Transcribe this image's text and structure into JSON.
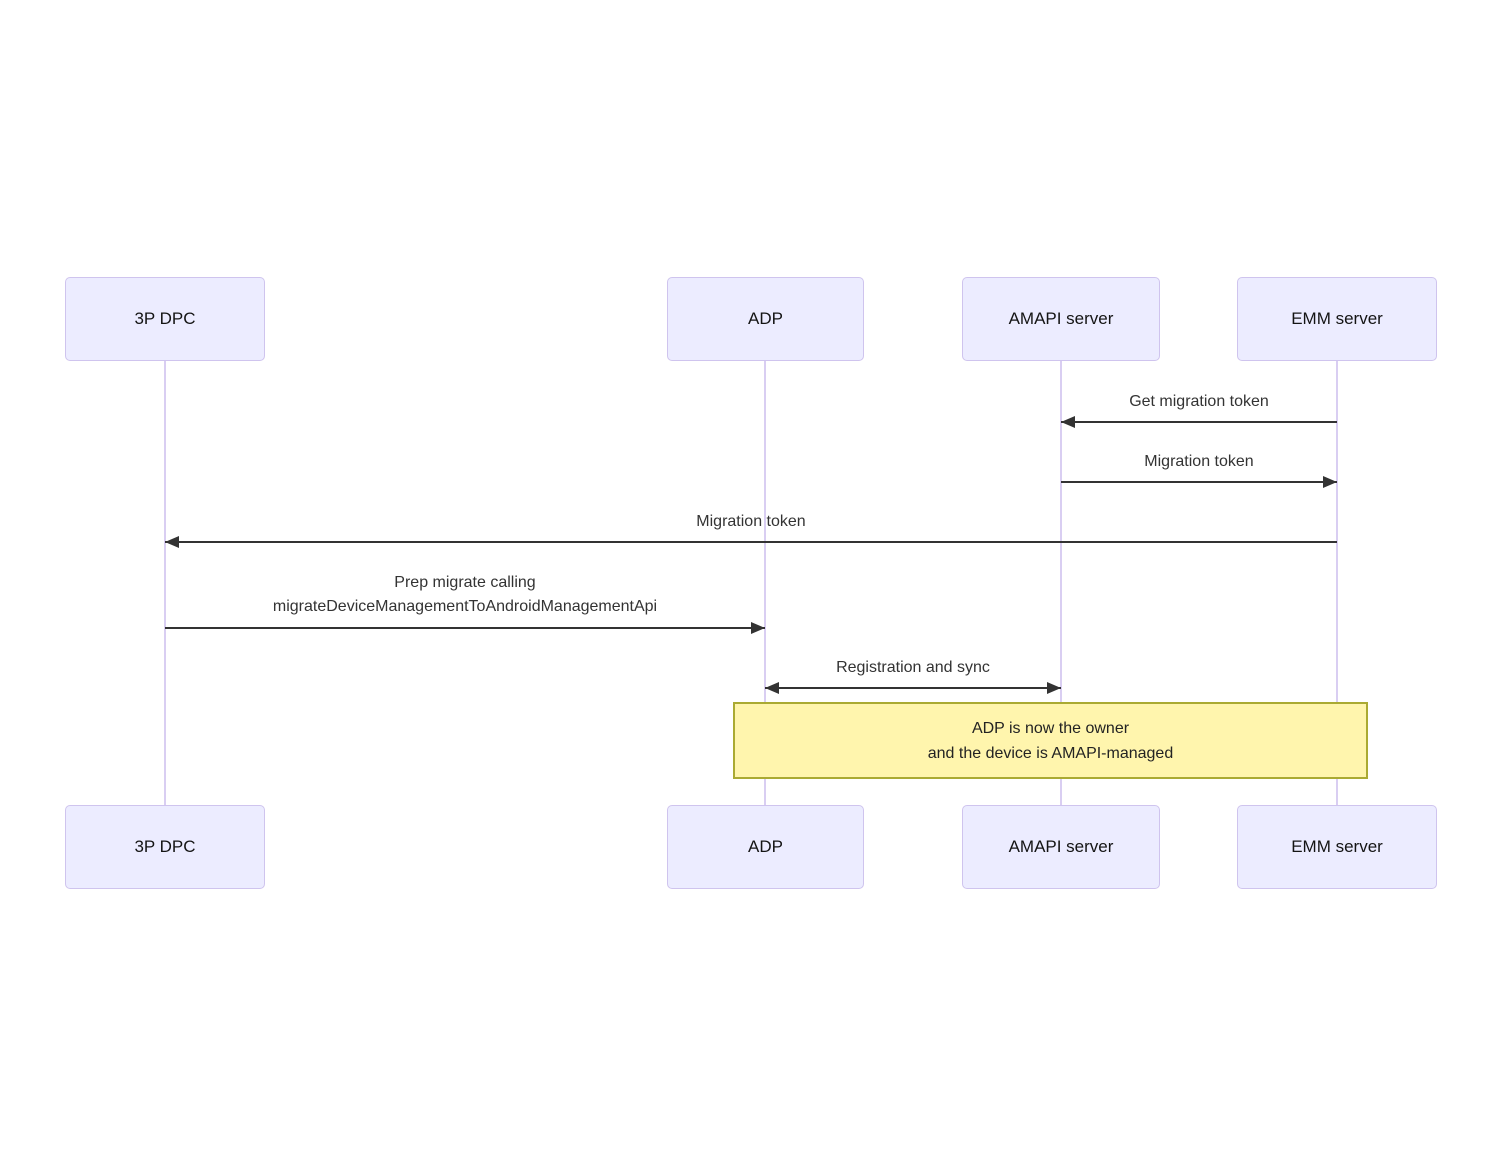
{
  "diagram": {
    "type": "sequence-diagram",
    "background": "#ffffff",
    "colors": {
      "actor_fill": "#ececff",
      "actor_border": "#cfc4ee",
      "lifeline": "#d9cef2",
      "message_line": "#333333",
      "message_text": "#333333",
      "note_fill": "#fff5ad",
      "note_border": "#aaaa33",
      "note_text": "#232323"
    },
    "actors": [
      {
        "id": "3p-dpc",
        "label": "3P DPC"
      },
      {
        "id": "adp",
        "label": "ADP"
      },
      {
        "id": "amapi-server",
        "label": "AMAPI server"
      },
      {
        "id": "emm-server",
        "label": "EMM server"
      }
    ],
    "messages": [
      {
        "from": "emm-server",
        "to": "amapi-server",
        "direction": "left",
        "lines": [
          "Get migration token"
        ]
      },
      {
        "from": "amapi-server",
        "to": "emm-server",
        "direction": "right",
        "lines": [
          "Migration token"
        ]
      },
      {
        "from": "emm-server",
        "to": "3p-dpc",
        "direction": "left",
        "lines": [
          "Migration token"
        ]
      },
      {
        "from": "3p-dpc",
        "to": "adp",
        "direction": "right",
        "lines": [
          "Prep migrate calling",
          "migrateDeviceManagementToAndroidManagementApi"
        ]
      },
      {
        "from": "adp",
        "to": "amapi-server",
        "direction": "both",
        "lines": [
          "Registration and sync"
        ]
      }
    ],
    "note": {
      "over": [
        "adp",
        "emm-server"
      ],
      "lines": [
        "ADP is now the owner",
        "and the device is AMAPI-managed"
      ]
    }
  }
}
